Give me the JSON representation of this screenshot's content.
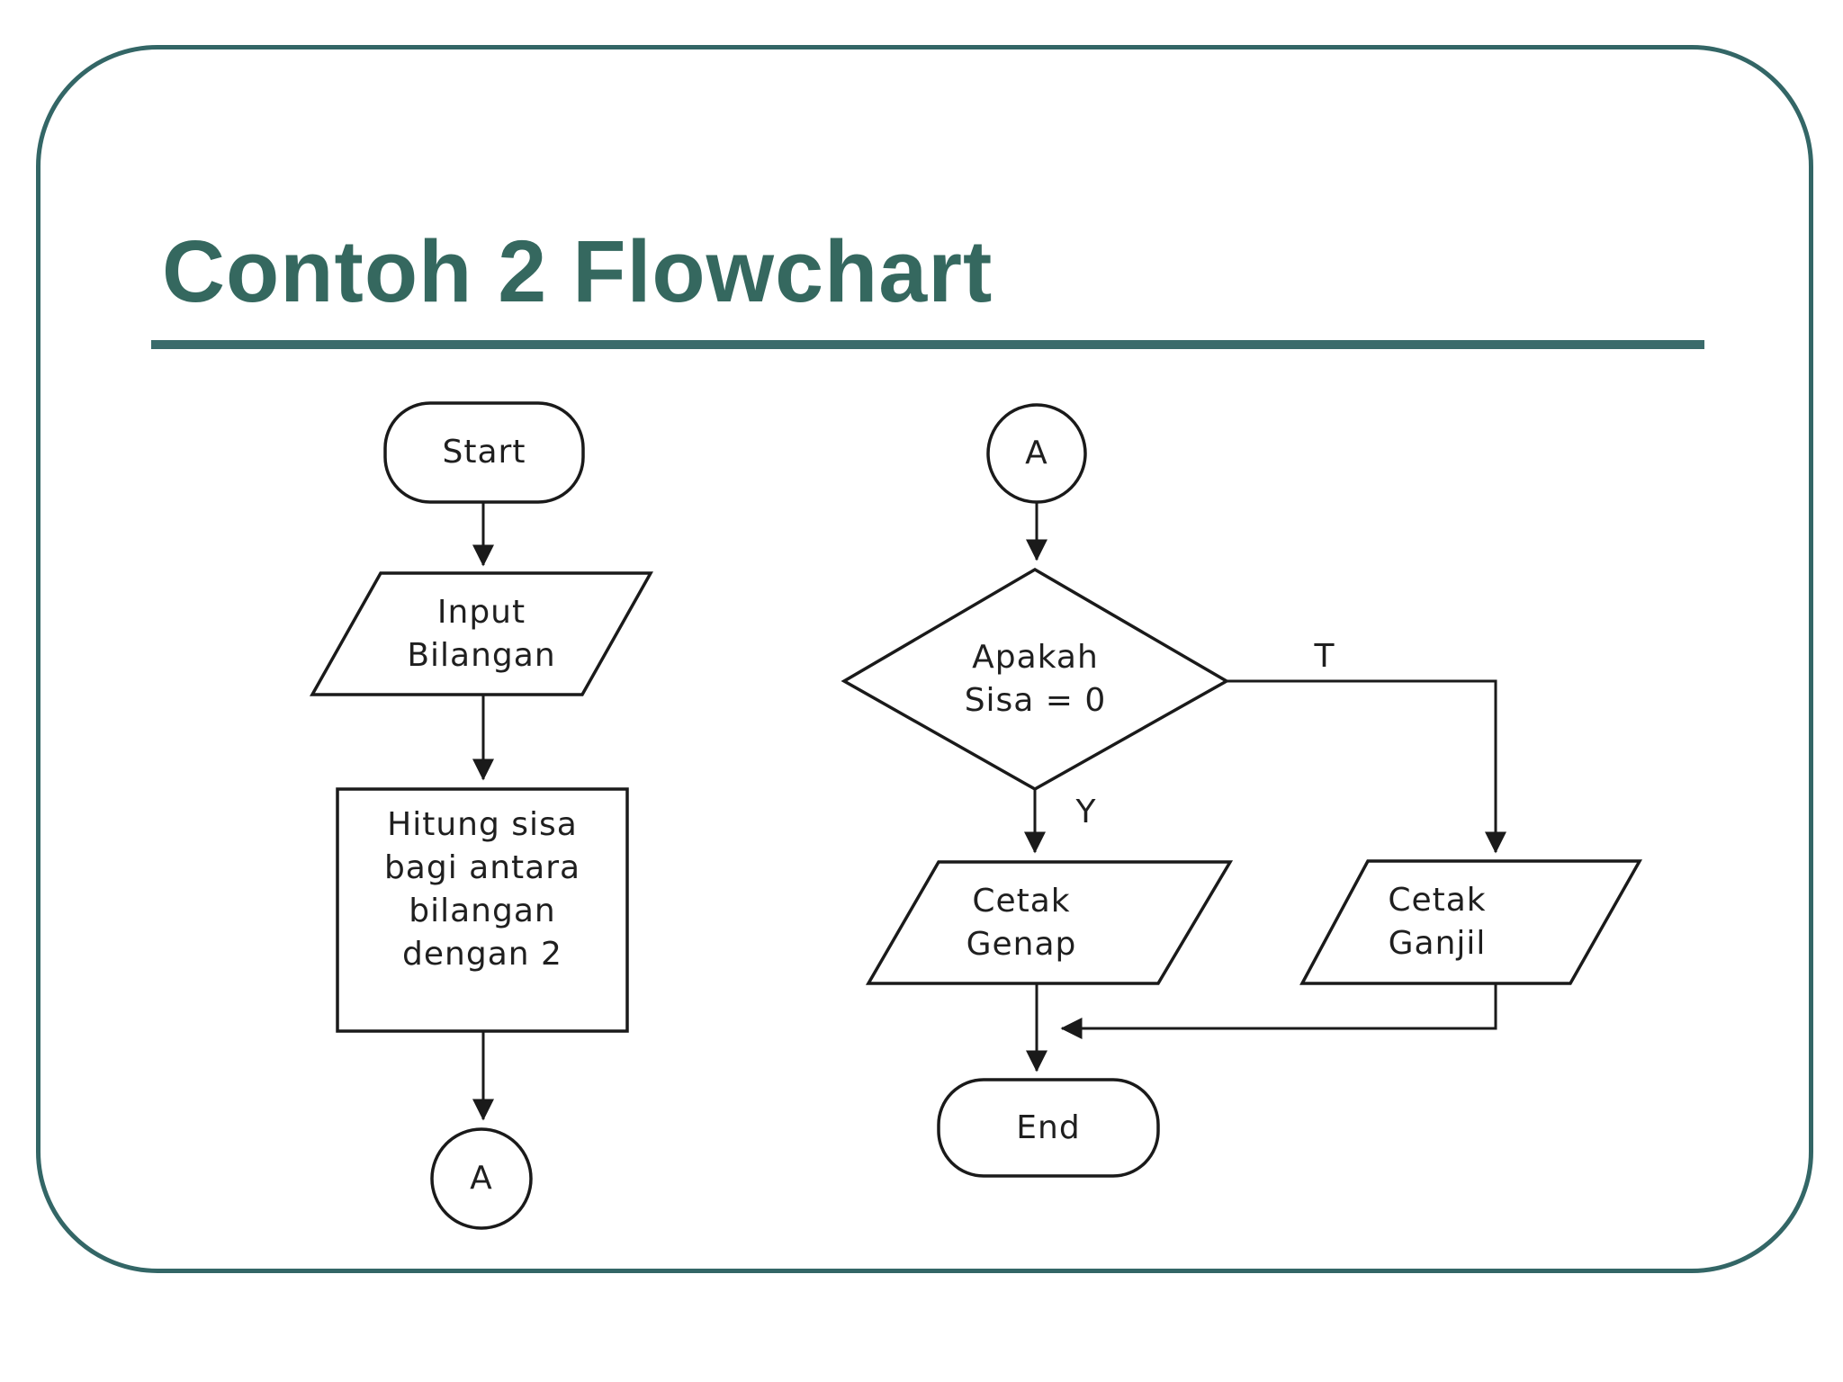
{
  "slide": {
    "title": "Contoh 2 Flowchart",
    "colors": {
      "accent_teal": "#336666",
      "title_teal": "#35685f",
      "diagram_stroke": "#1a1a1a",
      "background": "#ffffff"
    }
  },
  "flowchart": {
    "nodes": [
      {
        "id": "start",
        "type": "terminator",
        "lines": [
          "Start"
        ]
      },
      {
        "id": "input-bilangan",
        "type": "input-output",
        "lines": [
          "Input",
          "Bilangan"
        ]
      },
      {
        "id": "hitung-sisa",
        "type": "process",
        "lines": [
          "Hitung sisa",
          "bagi antara",
          "bilangan",
          "dengan 2"
        ]
      },
      {
        "id": "connector-a-left",
        "type": "connector",
        "lines": [
          "A"
        ]
      },
      {
        "id": "connector-a-right",
        "type": "connector",
        "lines": [
          "A"
        ]
      },
      {
        "id": "apakah-sisa-0",
        "type": "decision",
        "lines": [
          "Apakah",
          "Sisa = 0"
        ]
      },
      {
        "id": "cetak-genap",
        "type": "input-output",
        "lines": [
          "Cetak",
          "Genap"
        ]
      },
      {
        "id": "cetak-ganjil",
        "type": "input-output",
        "lines": [
          "Cetak",
          "Ganjil"
        ]
      },
      {
        "id": "end",
        "type": "terminator",
        "lines": [
          "End"
        ]
      }
    ],
    "edge_labels": {
      "true_branch": "T",
      "yes_branch": "Y"
    }
  }
}
